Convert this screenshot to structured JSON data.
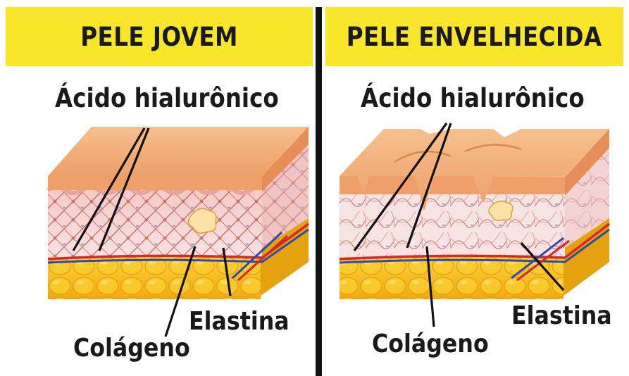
{
  "panels": [
    {
      "title": "PELE JOVEM",
      "labels": {
        "hyaluronic": "Ácido hialurônico",
        "collagen": "Colágeno",
        "elastin": "Elastina"
      }
    },
    {
      "title": "PELE ENVELHECIDA",
      "labels": {
        "hyaluronic": "Ácido hialurônico",
        "collagen": "Colágeno",
        "elastin": "Elastina"
      }
    }
  ],
  "colors": {
    "banner": "#f7e629",
    "divider": "#111111",
    "epidermis": "#f1b07c",
    "dermis": "#f6d7d6",
    "fat": "#f7c21d",
    "collagen_fiber": "#b0574a",
    "artery": "#d9262b",
    "vein": "#2b4fa8"
  }
}
